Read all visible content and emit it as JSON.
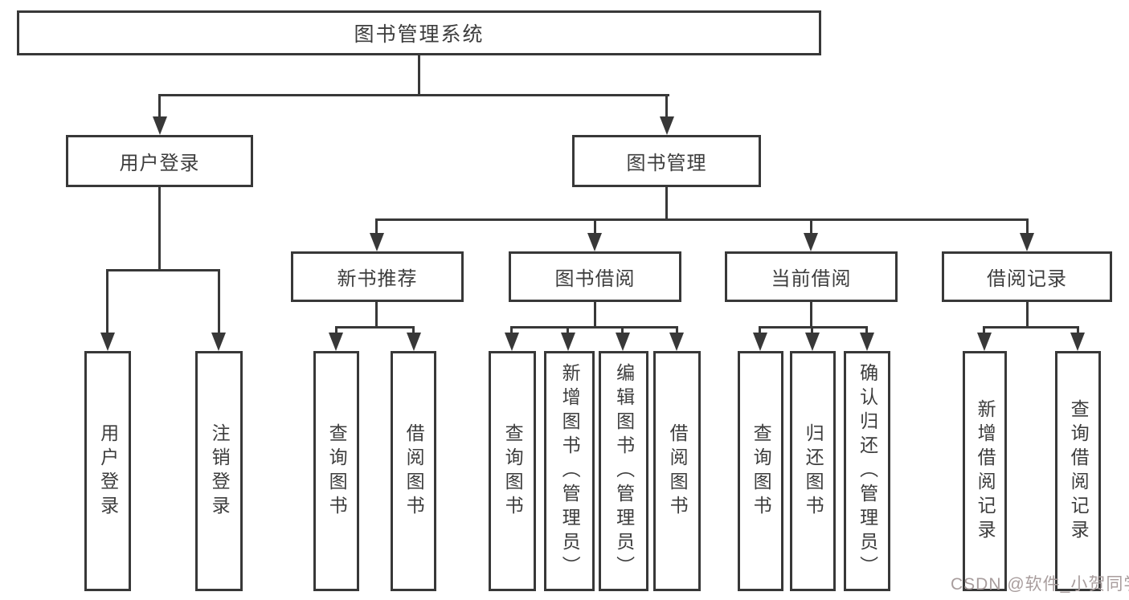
{
  "tree": {
    "label": "图书管理系统",
    "children": [
      {
        "label": "用户登录",
        "children": [
          {
            "label": "用户登录"
          },
          {
            "label": "注销登录"
          }
        ]
      },
      {
        "label": "图书管理",
        "children": [
          {
            "label": "新书推荐",
            "children": [
              {
                "label": "查询图书"
              },
              {
                "label": "借阅图书"
              }
            ]
          },
          {
            "label": "图书借阅",
            "children": [
              {
                "label": "查询图书"
              },
              {
                "label": "新增图书（管理员）"
              },
              {
                "label": "编辑图书（管理员）"
              },
              {
                "label": "借阅图书"
              }
            ]
          },
          {
            "label": "当前借阅",
            "children": [
              {
                "label": "查询图书"
              },
              {
                "label": "归还图书"
              },
              {
                "label": "确认归还（管理员）"
              }
            ]
          },
          {
            "label": "借阅记录",
            "children": [
              {
                "label": "新增借阅记录"
              },
              {
                "label": "查询借阅记录"
              }
            ]
          }
        ]
      }
    ]
  },
  "watermark": {
    "text": "CSDN @软件_小贺同学"
  },
  "colors": {
    "line": "#383838",
    "text": "#3d3d3d",
    "box_background": "#ffffff",
    "watermark": "#a89d9d"
  }
}
